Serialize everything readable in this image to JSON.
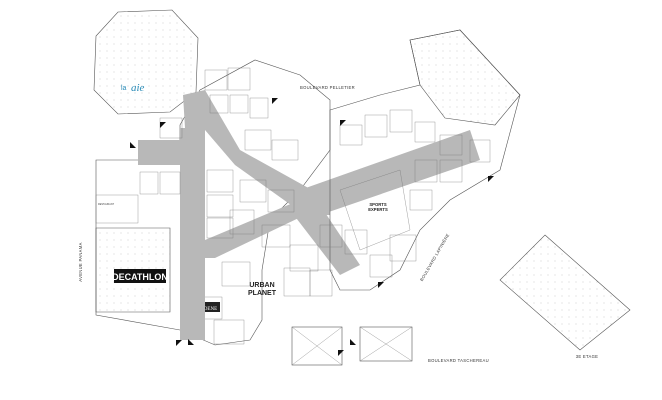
{
  "streets": {
    "pelletier": "BOULEVARD PELLETIER",
    "panama": "AVENUE PANAMA",
    "lapiniere": "BOULEVARD LAPINIÈRE",
    "taschereau": "BOULEVARD TASCHEREAU"
  },
  "tenants": {
    "logo_symbol": "la",
    "logo_text": "aie",
    "decathlon": "DECATHLON",
    "urban_planet_line1": "URBAN",
    "urban_planet_line2": "PLANET",
    "ardene": "ARDENE",
    "sports_experts_line1": "SPORTS",
    "sports_experts_line2": "EXPERTS",
    "restaurant": "RESTAURANT"
  },
  "labels": {
    "third_floor": "3E ETAGE"
  },
  "colors": {
    "corridor": "#b8b8b8",
    "wall": "#555555"
  }
}
